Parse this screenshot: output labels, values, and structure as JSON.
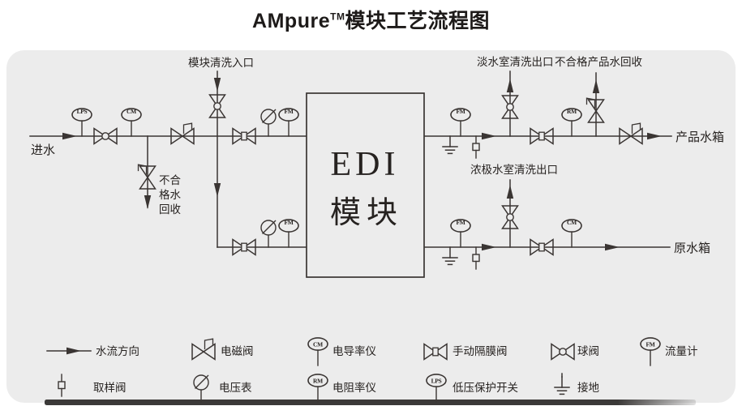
{
  "title": {
    "brand": "AMpure",
    "tm": "TM",
    "suffix": "模块工艺流程图"
  },
  "diagram": {
    "edi_box": {
      "line1": "EDI",
      "line2": "模块"
    },
    "labels": {
      "inlet": "进水",
      "module_clean_inlet": "模块清洗入口",
      "reject_recovery": [
        "不合",
        "格水",
        "回收"
      ],
      "fresh_chamber_clean_outlet": "淡水室清洗出口",
      "offspec_product_recovery": "不合格产品水回收",
      "product_tank": "产品水箱",
      "concentrate_chamber_clean_outlet": "浓极水室清洗出口",
      "raw_water_tank": "原水箱"
    },
    "instruments": {
      "lps": "LPS",
      "cm": "CM",
      "fm": "FM",
      "rm": "RM"
    }
  },
  "legend": {
    "flow_direction": "水流方向",
    "solenoid_valve": "电磁阀",
    "conductivity_meter": "电导率仪",
    "manual_diaphragm_valve": "手动隔膜阀",
    "ball_valve": "球阀",
    "flow_meter": "流量计",
    "sampling_valve": "取样阀",
    "voltmeter": "电压表",
    "resistivity_meter": "电阻率仪",
    "low_pressure_switch": "低压保护开关",
    "grounding": "接地"
  },
  "colors": {
    "panel_bg": "#ececec",
    "line": "#3a3533",
    "text": "#262220",
    "title": "#1d1a19",
    "shadow_bar": "#3b3938"
  }
}
